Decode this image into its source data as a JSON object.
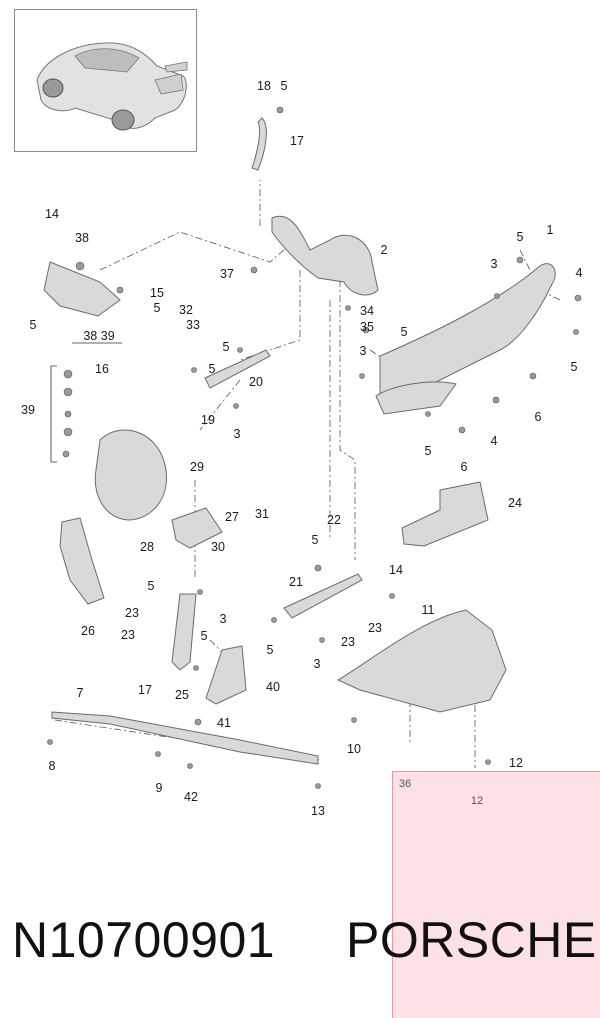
{
  "part_labels": {
    "l18": "18",
    "l5a": "5",
    "l17a": "17",
    "l14a": "14",
    "l38a": "38",
    "l2": "2",
    "l5b": "5",
    "l1": "1",
    "l3a": "3",
    "l4a": "4",
    "l37": "37",
    "l15": "15",
    "l5c": "5",
    "l32": "32",
    "l34": "34",
    "l33": "33",
    "l35": "35",
    "l5d": "5",
    "l5e": "5",
    "l3839": "38 39",
    "l5f": "5",
    "l16": "16",
    "l3b": "3",
    "l5g": "5",
    "l5h": "5",
    "l20": "20",
    "l39": "39",
    "l19": "19",
    "l3c": "3",
    "l6a": "6",
    "l4b": "4",
    "l5i": "5",
    "l6b": "6",
    "l29": "29",
    "l31": "31",
    "l24": "24",
    "l27": "27",
    "l28": "28",
    "l30": "30",
    "l22": "22",
    "l5j": "5",
    "l26": "26",
    "l14b": "14",
    "l21": "21",
    "l5k": "5",
    "l3d": "3",
    "l23a": "23",
    "l23b": "23",
    "l23c": "23",
    "l11": "11",
    "l5l": "5",
    "l23d": "23",
    "l5m": "5",
    "l3e": "3",
    "l17b": "17",
    "l25": "25",
    "l40": "40",
    "l7": "7",
    "l41": "41",
    "l10": "10",
    "l12a": "12",
    "l8": "8",
    "l9": "9",
    "l42": "42",
    "l13": "13"
  },
  "overlay": {
    "n36": "36",
    "n12": "12"
  },
  "footer": {
    "code": "N10700901",
    "brand": "PORSCHE"
  },
  "colors": {
    "part_fill": "#d9d9d9",
    "part_stroke": "#6b6b6b",
    "overlay_pink": "#fde1e5"
  }
}
